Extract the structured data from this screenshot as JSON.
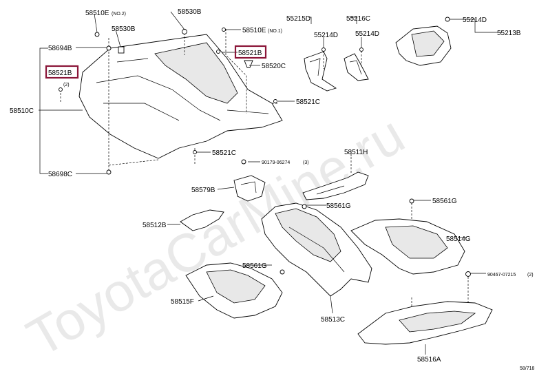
{
  "watermark": "ToyotaCarMine.ru",
  "page_ref": "58/718",
  "highlight_color": "#8a1538",
  "labels": {
    "p58510E_no2": "58510E",
    "p58510E_no2_note": "(NO.2)",
    "p58530B": "58530B",
    "p58530B_b": "58530B",
    "p58510E_no1": "58510E",
    "p58510E_no1_note": "(NO.1)",
    "p58521B_top": "58521B",
    "p58520C": "58520C",
    "p58694B": "58694B",
    "p58521B_left": "58521B",
    "p58521B_left_note": "(2)",
    "p58510C": "58510C",
    "p58698C": "58698C",
    "p58521C_a": "58521C",
    "p58521C_b": "58521C",
    "p90179": "90179-06274",
    "p90179_note": "(3)",
    "p58579B": "58579B",
    "p58512B": "58512B",
    "p55215D": "55215D",
    "p55214D_a": "55214D",
    "p55216C": "55216C",
    "p55214D_b": "55214D",
    "p55214D_c": "55214D",
    "p55213B": "55213B",
    "p58511H": "58511H",
    "p58561G_a": "58561G",
    "p58561G_b": "58561G",
    "p58561G_c": "58561G",
    "p58514G": "58514G",
    "p90467": "90467-07215",
    "p90467_note": "(2)",
    "p58513C": "58513C",
    "p58515F": "58515F",
    "p58516A": "58516A"
  }
}
